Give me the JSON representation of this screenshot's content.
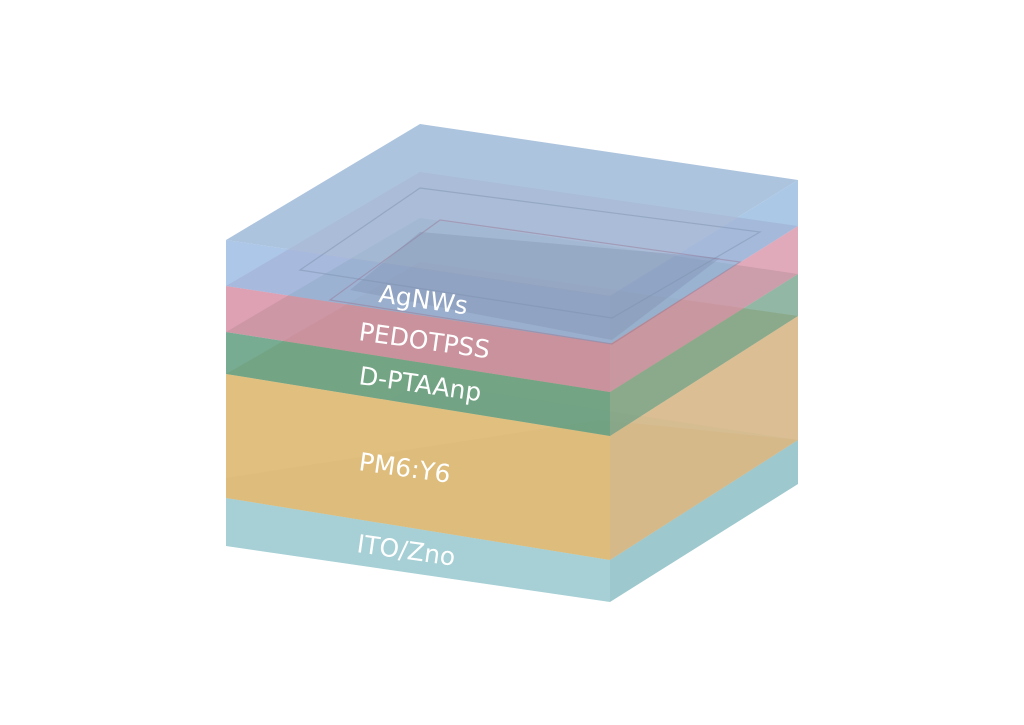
{
  "layers": [
    {
      "id": "ito-zno",
      "label": "ITO/Zno",
      "color": "#a9d0d6"
    },
    {
      "id": "pm6-y6",
      "label": "PM6:Y6",
      "color": "#e3c07f"
    },
    {
      "id": "d-ptaanp",
      "label": "D-PTAAnp",
      "color": "#5e9f80"
    },
    {
      "id": "pedot-pss",
      "label": "PEDOTPSS",
      "color": "#d98b9f"
    },
    {
      "id": "agnws",
      "label": "AgNWs",
      "color": "#8fb0d6"
    }
  ]
}
